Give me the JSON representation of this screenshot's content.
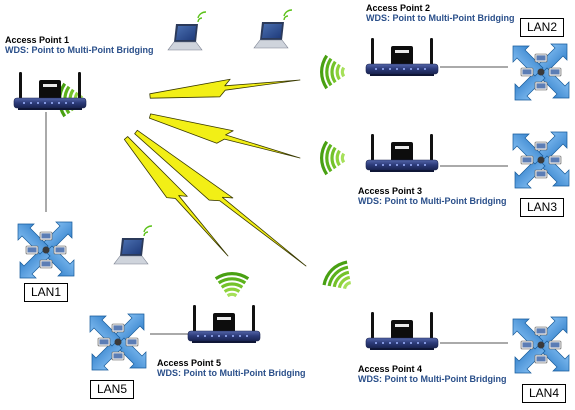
{
  "access_points": [
    {
      "id": "ap1",
      "title": "Access Point 1",
      "mode": "WDS: Point to Multi-Point Bridging"
    },
    {
      "id": "ap2",
      "title": "Access Point 2",
      "mode": "WDS: Point to Multi-Point Bridging"
    },
    {
      "id": "ap3",
      "title": "Access Point 3",
      "mode": "WDS: Point to Multi-Point Bridging"
    },
    {
      "id": "ap4",
      "title": "Access Point 4",
      "mode": "WDS: Point to Multi-Point Bridging"
    },
    {
      "id": "ap5",
      "title": "Access Point 5",
      "mode": "WDS: Point to Multi-Point Bridging"
    }
  ],
  "lans": [
    {
      "id": "lan1",
      "label": "LAN1"
    },
    {
      "id": "lan2",
      "label": "LAN2"
    },
    {
      "id": "lan3",
      "label": "LAN3"
    },
    {
      "id": "lan4",
      "label": "LAN4"
    },
    {
      "id": "lan5",
      "label": "LAN5"
    }
  ],
  "colors": {
    "lightning": "#f2ef16",
    "lightning_outline": "#3a3a00",
    "signal": "#5cc21a",
    "router_body": "#2b3a78",
    "router_antenna": "#111111",
    "lan_blue": "#2f8fd6",
    "mode_text": "#2a4f8a"
  },
  "icons": {
    "router": "wireless-router-icon",
    "laptop": "laptop-icon",
    "lan_cluster": "lan-cluster-icon",
    "signal": "wifi-signal-icon",
    "link": "lightning-link-icon"
  }
}
